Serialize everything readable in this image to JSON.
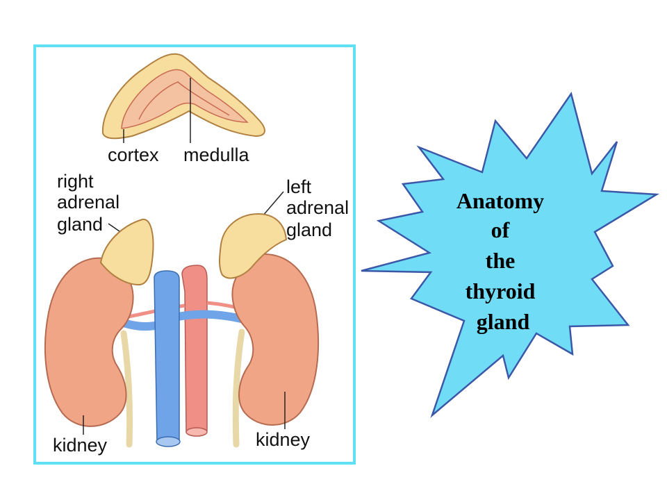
{
  "diagram": {
    "labels": {
      "cortex": "cortex",
      "medulla": "medulla",
      "right_adrenal": [
        "right",
        "adrenal",
        "gland"
      ],
      "left_adrenal": [
        "left",
        "adrenal",
        "gland"
      ],
      "kidney_left": "kidney",
      "kidney_right": "kidney"
    },
    "colors": {
      "frame": "#5FE1F4",
      "kidney": "#EFA586",
      "adrenal": "#F7DE9E",
      "medulla_fill": "#F4C2A1",
      "vena_cava": "#6FA4E8",
      "aorta": "#EF8F86",
      "ureter": "#E8D8A8"
    }
  },
  "burst": {
    "lines": [
      "Anatomy",
      "of",
      "the",
      "thyroid",
      "gland"
    ],
    "fill": "#71DCF6",
    "stroke": "#3B58A8"
  }
}
